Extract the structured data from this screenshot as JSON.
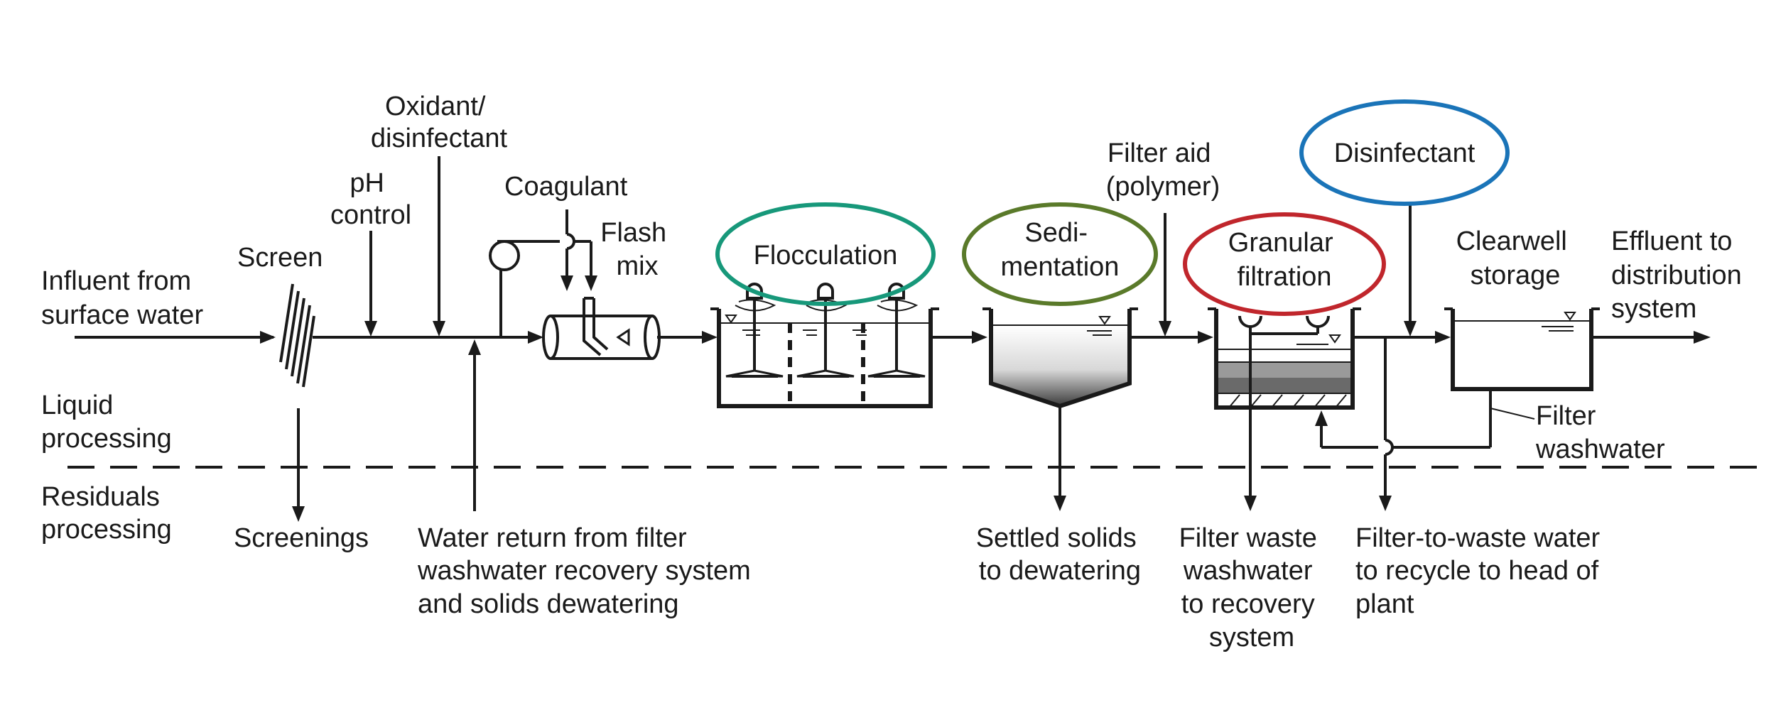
{
  "labels": {
    "influent": [
      "Influent from",
      "surface water"
    ],
    "screen": "Screen",
    "ph_control": [
      "pH",
      "control"
    ],
    "oxidant": [
      "Oxidant/",
      "disinfectant"
    ],
    "coagulant": "Coagulant",
    "flash_mix": [
      "Flash",
      "mix"
    ],
    "flocculation": "Flocculation",
    "sedimentation": [
      "Sedi-",
      "mentation"
    ],
    "filter_aid": [
      "Filter aid",
      "(polymer)"
    ],
    "granular_filtration": [
      "Granular",
      "filtration"
    ],
    "disinfectant": "Disinfectant",
    "clearwell": [
      "Clearwell",
      "storage"
    ],
    "effluent": [
      "Effluent to",
      "distribution",
      "system"
    ],
    "liquid_processing": [
      "Liquid",
      "processing"
    ],
    "residuals_processing": [
      "Residuals",
      "processing"
    ],
    "screenings": "Screenings",
    "water_return": [
      "Water return from filter",
      "washwater recovery system",
      "and solids dewatering"
    ],
    "settled_solids": [
      "Settled solids",
      "to dewatering"
    ],
    "filter_waste": [
      "Filter waste",
      "washwater",
      "to recovery",
      "system"
    ],
    "filter_to_waste": [
      "Filter-to-waste water",
      "to recycle to head of",
      "plant"
    ],
    "filter_washwater": [
      "Filter",
      "washwater"
    ]
  },
  "colors": {
    "flocculation_ring": "#17987a",
    "sedimentation_ring": "#5a7a2a",
    "filtration_ring": "#c0262c",
    "disinfectant_ring": "#1a74b8"
  }
}
